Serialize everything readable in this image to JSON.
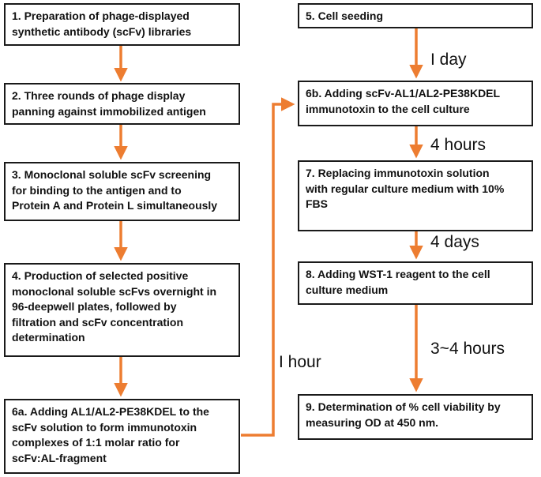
{
  "left_column": [
    {
      "id": "step1",
      "lines": [
        "1. Preparation of phage-displayed",
        "synthetic antibody (scFv) libraries"
      ]
    },
    {
      "id": "step2",
      "lines": [
        "2. Three rounds of phage display",
        "panning against immobilized antigen"
      ]
    },
    {
      "id": "step3",
      "lines": [
        "3. Monoclonal soluble scFv screening",
        "for binding to the antigen and to",
        "Protein A and Protein L simultaneously"
      ]
    },
    {
      "id": "step4",
      "lines": [
        "4. Production of selected positive",
        "monoclonal soluble scFvs overnight in",
        "96-deepwell plates, followed by",
        "filtration and scFv concentration",
        "determination"
      ]
    },
    {
      "id": "step6a",
      "lines": [
        "6a. Adding AL1/AL2-PE38KDEL to the",
        "scFv solution to form immunotoxin",
        "complexes of 1:1 molar ratio for",
        "scFv:AL-fragment"
      ]
    }
  ],
  "right_column": [
    {
      "id": "step5",
      "lines": [
        "5. Cell seeding"
      ]
    },
    {
      "id": "step6b",
      "lines": [
        "6b. Adding scFv-AL1/AL2-PE38KDEL",
        "immunotoxin to the cell culture"
      ]
    },
    {
      "id": "step7",
      "lines": [
        "7. Replacing immunotoxin solution",
        "with regular culture medium with 10%",
        "FBS"
      ]
    },
    {
      "id": "step8",
      "lines": [
        "8. Adding WST-1 reagent to the cell",
        "culture medium"
      ]
    },
    {
      "id": "step9",
      "lines": [
        "9. Determination of % cell viability by",
        "measuring OD at 450 nm."
      ]
    }
  ],
  "time_labels": {
    "connector": "I hour",
    "after_step5": "I day",
    "after_step6b": "4 hours",
    "after_step7": "4 days",
    "after_step8": "3~4 hours"
  },
  "colors": {
    "arrow": "#ED7D31",
    "border": "#1a1a1a",
    "text": "#111111"
  }
}
